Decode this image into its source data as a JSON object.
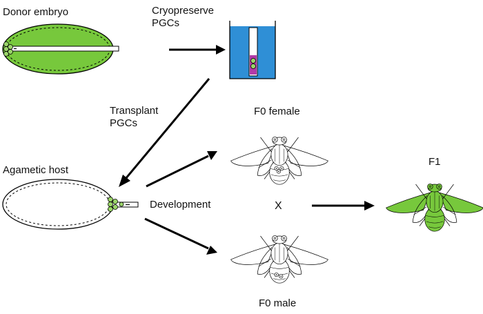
{
  "labels": {
    "donor_embryo": "Donor embryo",
    "cryopreserve": "Cryopreserve\nPGCs",
    "transplant": "Transplant\nPGCs",
    "agametic_host": "Agametic host",
    "development": "Development",
    "f0_female": "F0 female",
    "cross": "X",
    "f0_male": "F0 male",
    "f1": "F1"
  },
  "colors": {
    "green": "#77c83c",
    "blue": "#2f8fd6",
    "purple": "#b23aa8",
    "stroke": "#000000"
  }
}
